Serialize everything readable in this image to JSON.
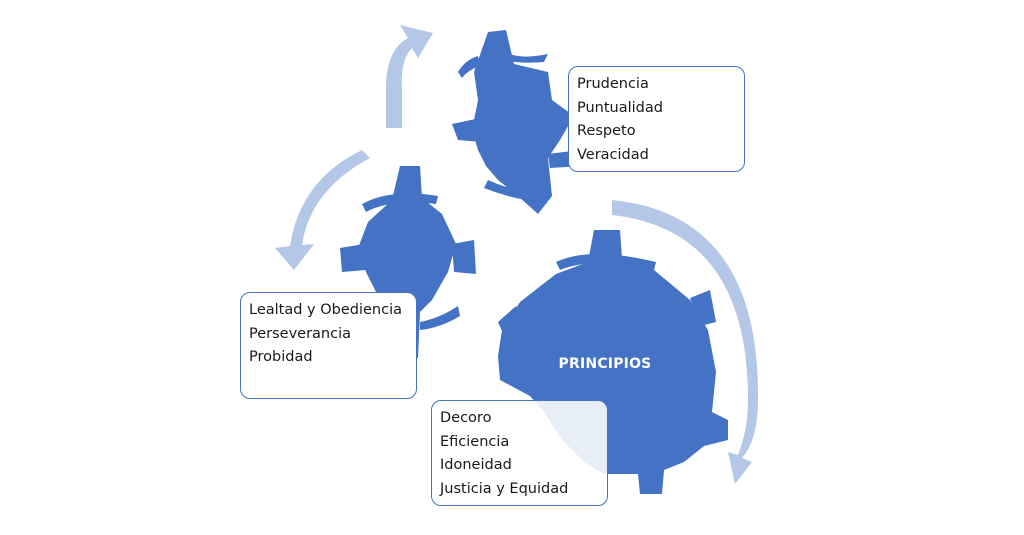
{
  "diagram": {
    "center_label": "PRINCIPIOS",
    "boxes": [
      {
        "items": [
          "Prudencia",
          "Puntualidad",
          "Respeto",
          "Veracidad"
        ]
      },
      {
        "items": [
          "Lealtad y Obediencia",
          "Perseverancia",
          "Probidad"
        ]
      },
      {
        "items": [
          "Decoro",
          "Eficiencia",
          "Idoneidad",
          "Justicia y Equidad"
        ]
      }
    ]
  },
  "colors": {
    "gear": "#4472c4",
    "arrow": "#b4c7e7",
    "box_border": "#4472c4"
  }
}
